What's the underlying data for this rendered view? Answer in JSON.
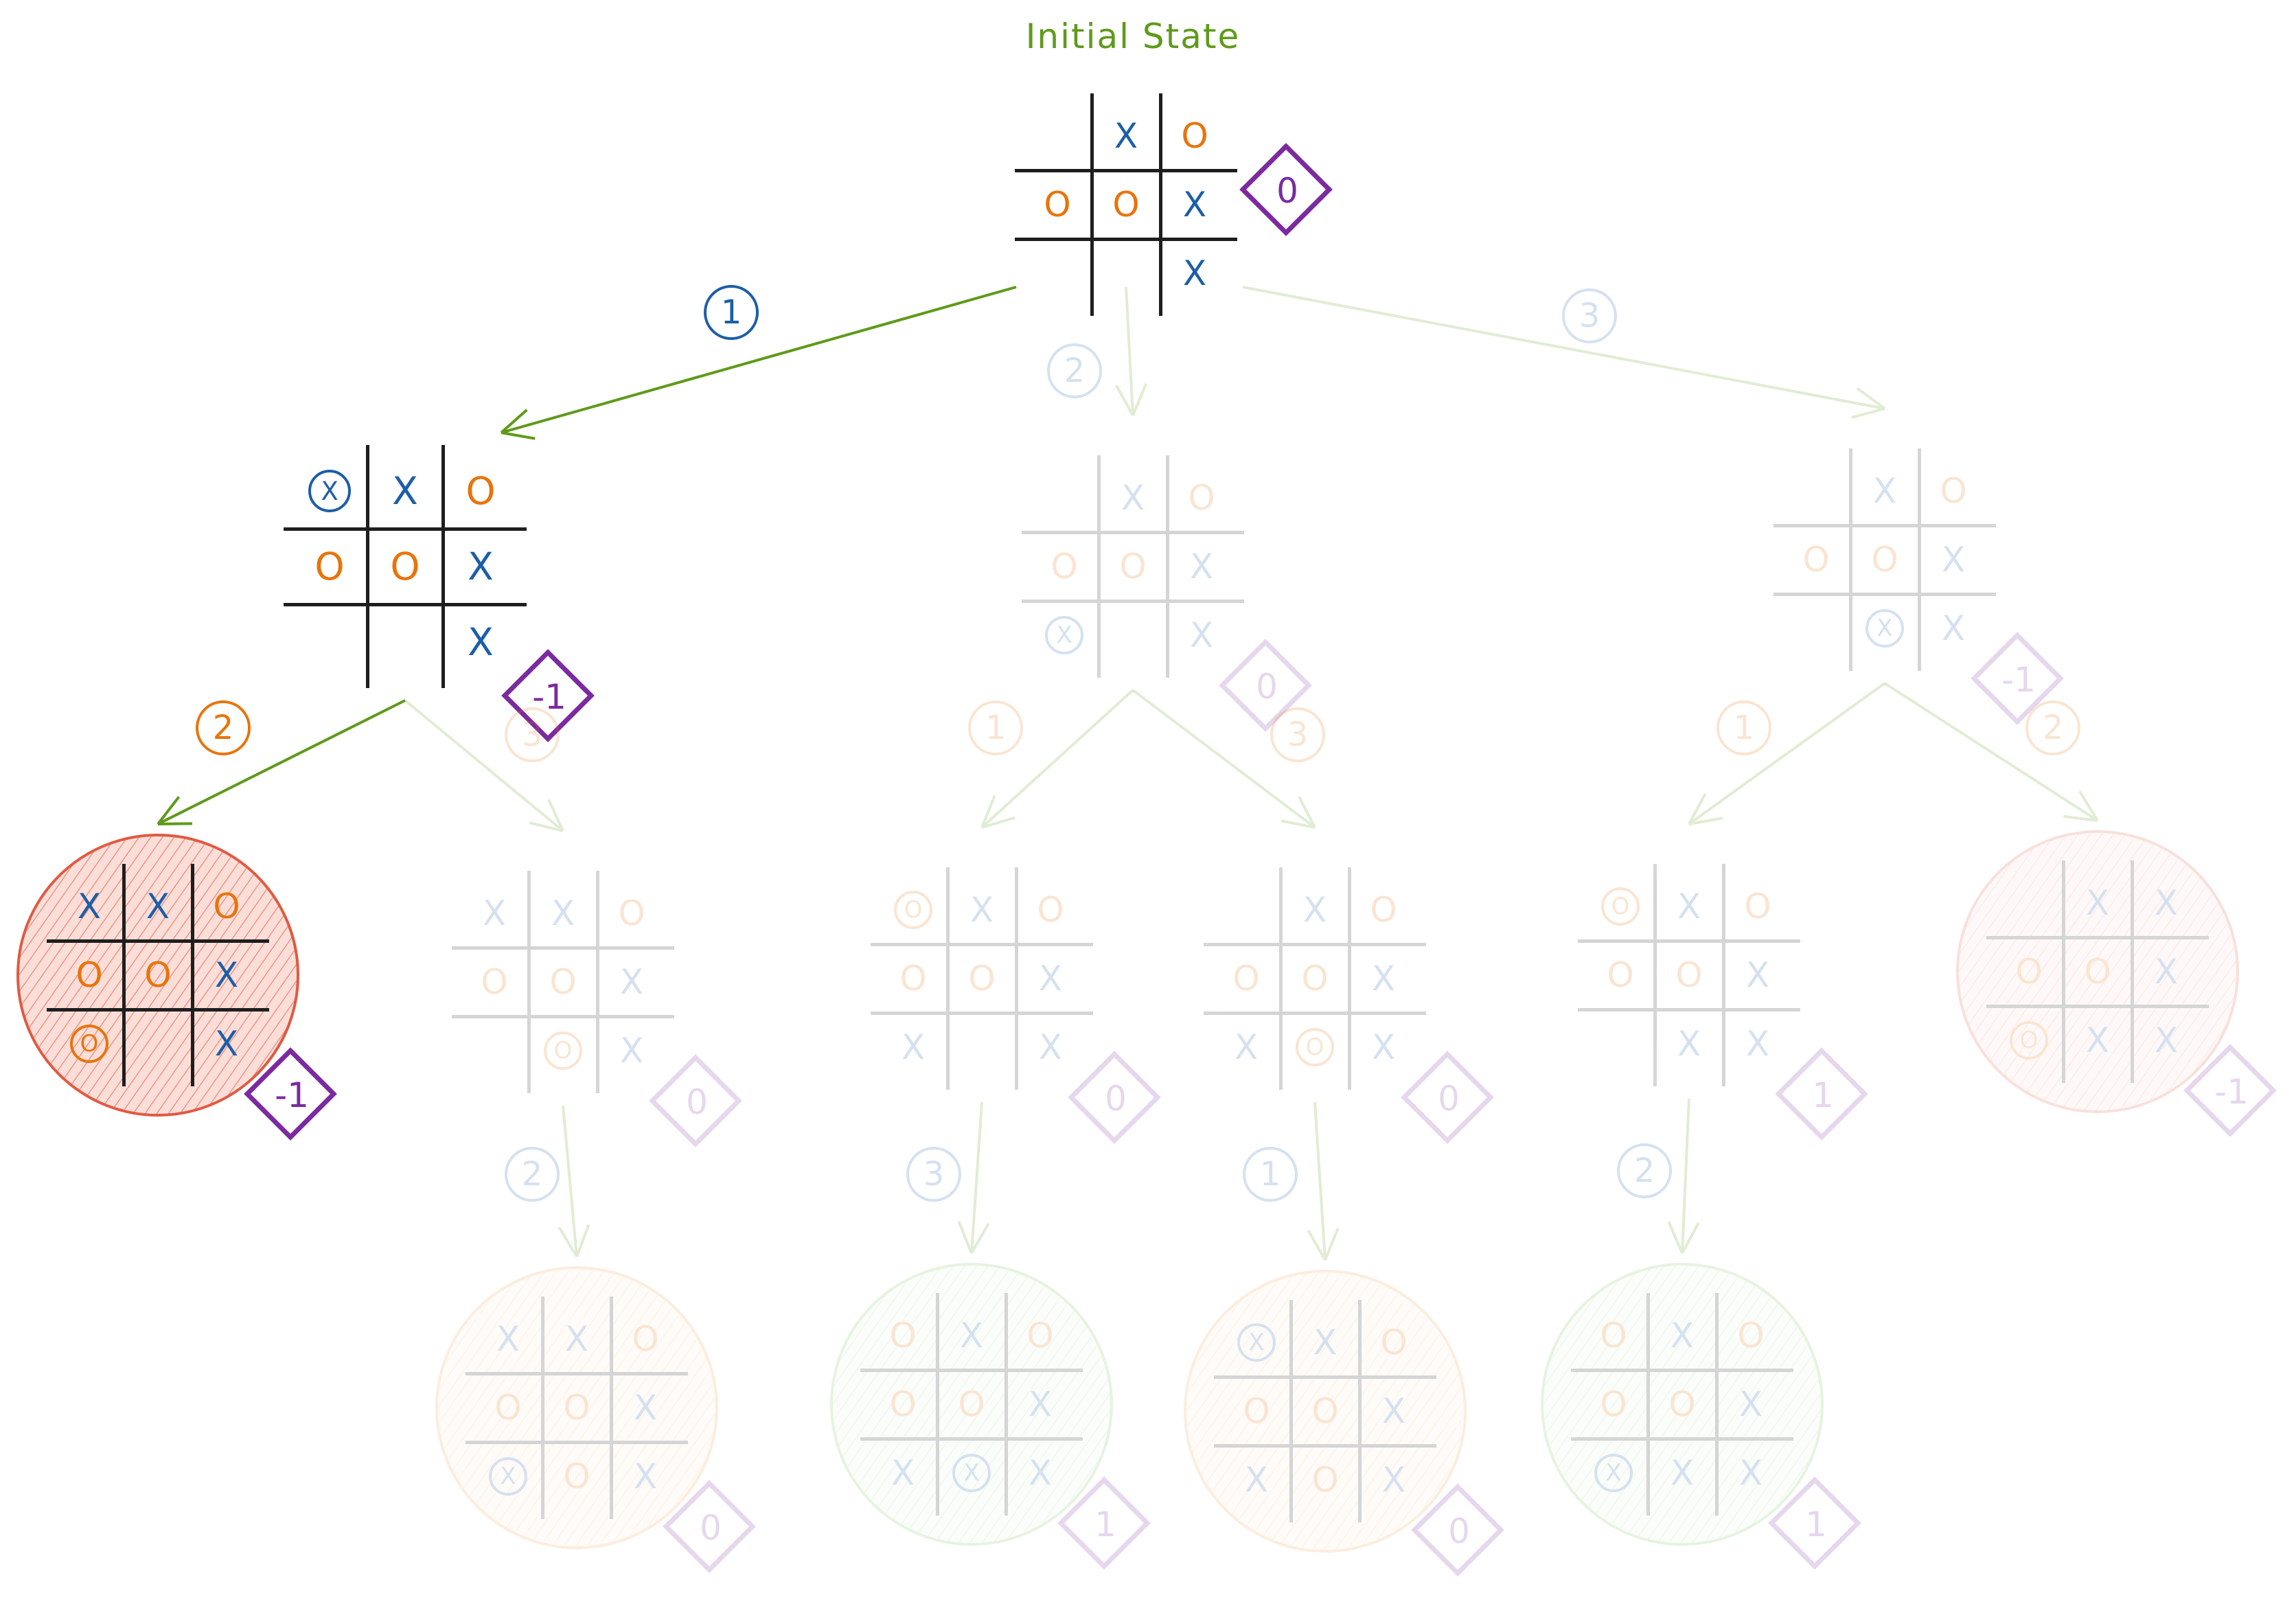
{
  "title": "Initial State",
  "colors": {
    "x": "#1d5ea8",
    "o": "#e8740c",
    "score": "#7b2aa0",
    "edge": "#5f9a1a",
    "loss_fill": "#f2a08f",
    "draw_fill": "#f7c79a",
    "win_fill": "#b9dba6"
  },
  "nodes": [
    {
      "id": "root",
      "cells": [
        "",
        "X",
        "O",
        "O",
        "O",
        "X",
        "",
        "",
        "X"
      ],
      "new_cell": null,
      "score": "0",
      "outcome": null,
      "faded": false
    },
    {
      "id": "a",
      "cells": [
        "X",
        "X",
        "O",
        "O",
        "O",
        "X",
        "",
        "",
        "X"
      ],
      "new_cell": 0,
      "score": "-1",
      "outcome": null,
      "faded": false
    },
    {
      "id": "b",
      "cells": [
        "",
        "X",
        "O",
        "O",
        "O",
        "X",
        "X",
        "",
        "X"
      ],
      "new_cell": 6,
      "score": "0",
      "outcome": null,
      "faded": true
    },
    {
      "id": "c",
      "cells": [
        "",
        "X",
        "O",
        "O",
        "O",
        "X",
        "",
        "X",
        "X"
      ],
      "new_cell": 7,
      "score": "-1",
      "outcome": null,
      "faded": true
    },
    {
      "id": "a1",
      "cells": [
        "X",
        "X",
        "O",
        "O",
        "O",
        "X",
        "O",
        "",
        "X"
      ],
      "new_cell": 6,
      "score": "-1",
      "outcome": "loss",
      "faded": false
    },
    {
      "id": "a2",
      "cells": [
        "X",
        "X",
        "O",
        "O",
        "O",
        "X",
        "",
        "O",
        "X"
      ],
      "new_cell": 7,
      "score": "0",
      "outcome": null,
      "faded": true
    },
    {
      "id": "b1",
      "cells": [
        "O",
        "X",
        "O",
        "O",
        "O",
        "X",
        "X",
        "",
        "X"
      ],
      "new_cell": 0,
      "score": "0",
      "outcome": null,
      "faded": true
    },
    {
      "id": "b2",
      "cells": [
        "",
        "X",
        "O",
        "O",
        "O",
        "X",
        "X",
        "O",
        "X"
      ],
      "new_cell": 7,
      "score": "0",
      "outcome": null,
      "faded": true
    },
    {
      "id": "c1",
      "cells": [
        "O",
        "X",
        "O",
        "O",
        "O",
        "X",
        "",
        "X",
        "X"
      ],
      "new_cell": 0,
      "score": "1",
      "outcome": null,
      "faded": true
    },
    {
      "id": "c2",
      "cells": [
        "",
        "X",
        "X",
        "O",
        "O",
        "X",
        "O",
        "X",
        "X"
      ],
      "new_cell": 6,
      "score": "-1",
      "outcome": "loss",
      "faded": true
    },
    {
      "id": "a2a",
      "cells": [
        "X",
        "X",
        "O",
        "O",
        "O",
        "X",
        "X",
        "O",
        "X"
      ],
      "new_cell": 6,
      "score": "0",
      "outcome": "draw",
      "faded": true
    },
    {
      "id": "b1a",
      "cells": [
        "O",
        "X",
        "O",
        "O",
        "O",
        "X",
        "X",
        "X",
        "X"
      ],
      "new_cell": 7,
      "score": "1",
      "outcome": "win",
      "faded": true
    },
    {
      "id": "b2a",
      "cells": [
        "X",
        "X",
        "O",
        "O",
        "O",
        "X",
        "X",
        "O",
        "X"
      ],
      "new_cell": 0,
      "score": "0",
      "outcome": "draw",
      "faded": true
    },
    {
      "id": "c1a",
      "cells": [
        "O",
        "X",
        "O",
        "O",
        "O",
        "X",
        "X",
        "X",
        "X"
      ],
      "new_cell": 6,
      "score": "1",
      "outcome": "win",
      "faded": true
    }
  ],
  "edges": [
    {
      "from": "root",
      "to": "a",
      "label": "1",
      "faded": false
    },
    {
      "from": "root",
      "to": "b",
      "label": "2",
      "faded": true
    },
    {
      "from": "root",
      "to": "c",
      "label": "3",
      "faded": true
    },
    {
      "from": "a",
      "to": "a1",
      "label": "2",
      "faded": false
    },
    {
      "from": "a",
      "to": "a2",
      "label": "3",
      "faded": true
    },
    {
      "from": "b",
      "to": "b1",
      "label": "1",
      "faded": true
    },
    {
      "from": "b",
      "to": "b2",
      "label": "3",
      "faded": true
    },
    {
      "from": "c",
      "to": "c1",
      "label": "1",
      "faded": true
    },
    {
      "from": "c",
      "to": "c2",
      "label": "2",
      "faded": true
    },
    {
      "from": "a2",
      "to": "a2a",
      "label": "2",
      "faded": true
    },
    {
      "from": "b1",
      "to": "b1a",
      "label": "3",
      "faded": true
    },
    {
      "from": "b2",
      "to": "b2a",
      "label": "1",
      "faded": true
    },
    {
      "from": "c1",
      "to": "c1a",
      "label": "2",
      "faded": true
    }
  ]
}
